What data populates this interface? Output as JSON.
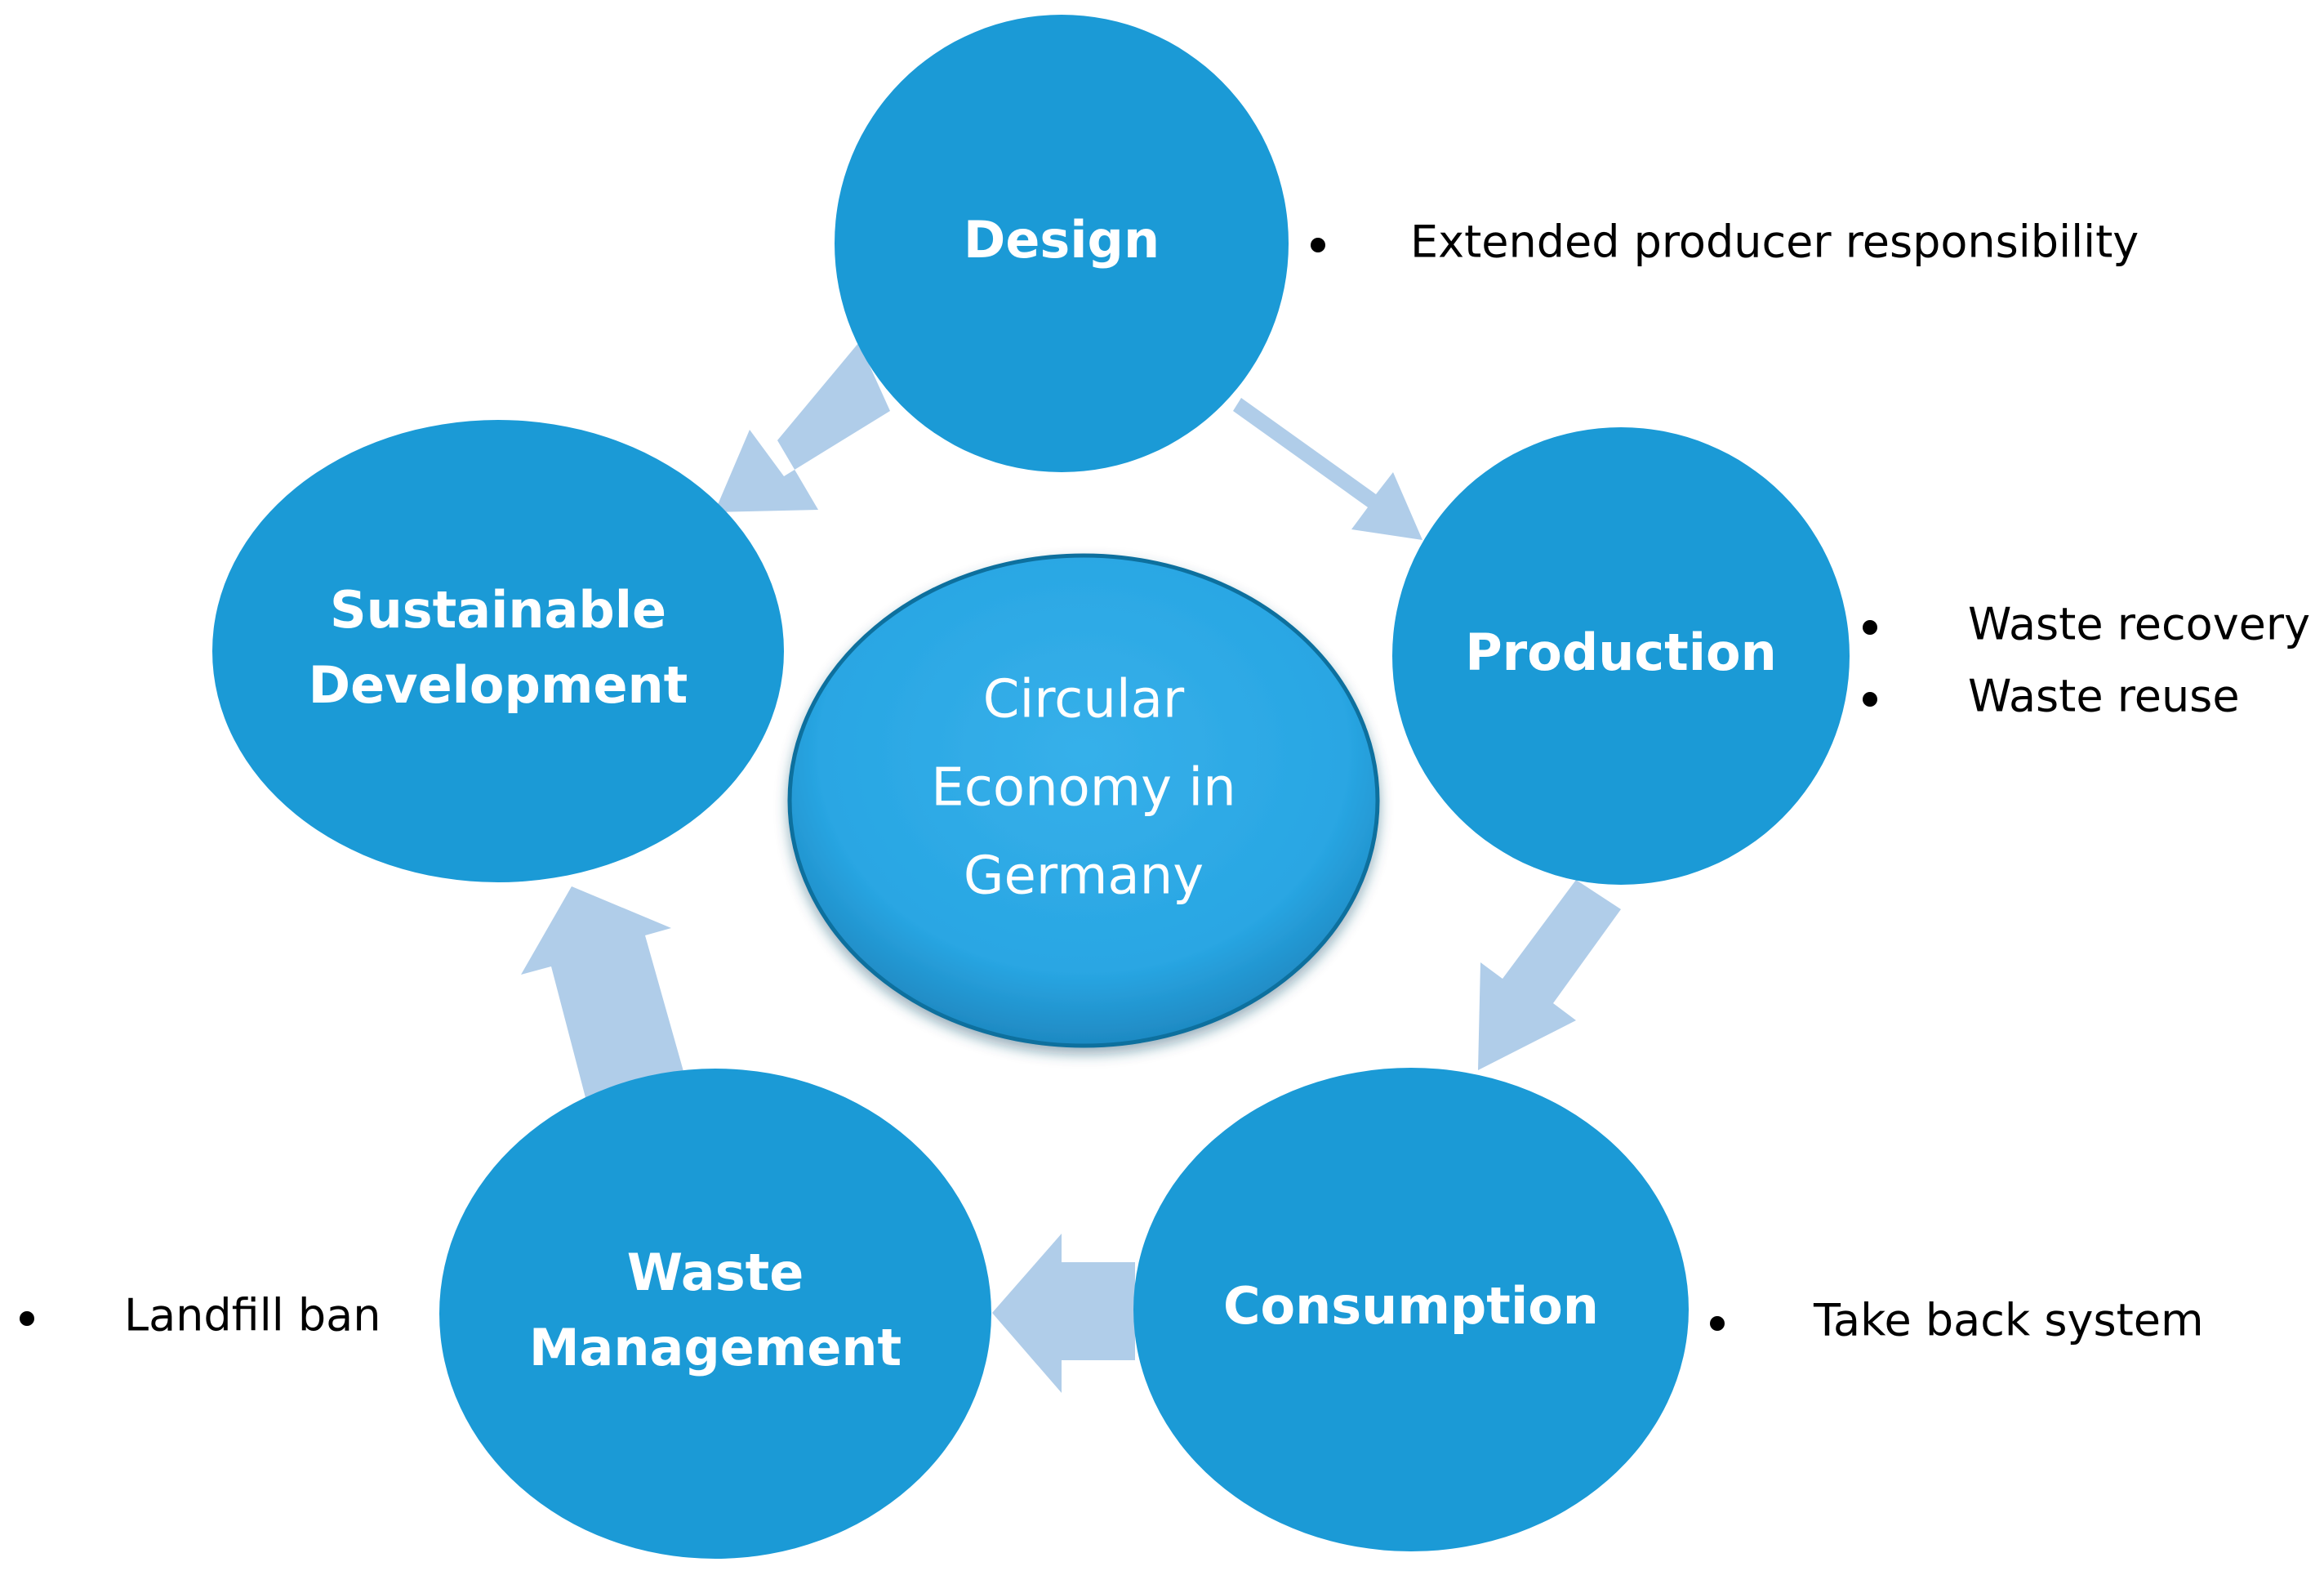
{
  "diagram": {
    "center": {
      "lines": [
        "Circular",
        "Economy in",
        "Germany"
      ]
    },
    "nodes": {
      "design": {
        "lines": [
          "Design"
        ]
      },
      "production": {
        "lines": [
          "Production"
        ]
      },
      "consumption": {
        "lines": [
          "Consumption"
        ]
      },
      "waste_management": {
        "lines": [
          "Waste",
          "Management"
        ]
      },
      "sustainable_development": {
        "lines": [
          "Sustainable",
          "Development"
        ]
      }
    },
    "notes": {
      "design": [
        "Extended producer responsibility"
      ],
      "production": [
        "Waste recovery",
        "Waste reuse"
      ],
      "consumption": [
        "Take back system"
      ],
      "waste_management": [
        "Landfill ban"
      ]
    },
    "colors": {
      "node_fill": "#1b9ad6",
      "center_fill": "#29a6e3",
      "arrow_fill": "#b0cde9",
      "note_text": "#000000"
    }
  }
}
